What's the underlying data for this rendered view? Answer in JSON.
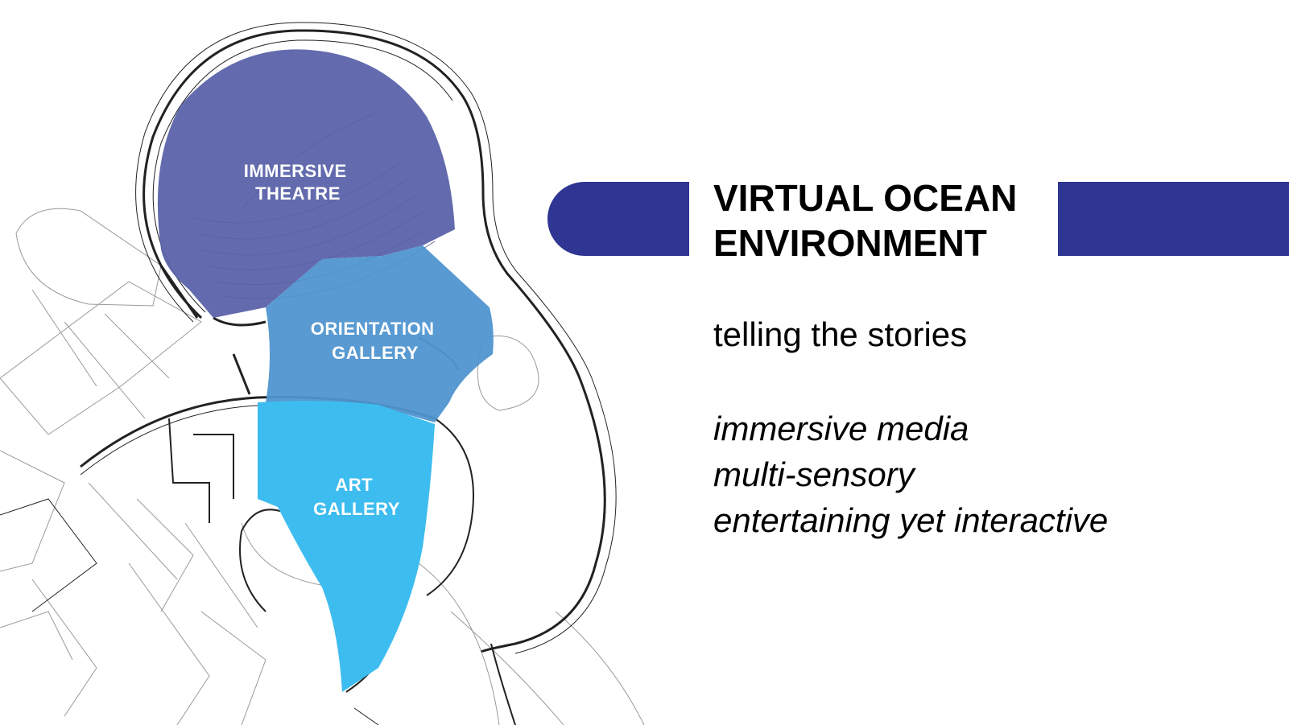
{
  "zones": [
    {
      "id": "immersive-theatre",
      "lines": [
        "IMMERSIVE",
        "THEATRE"
      ],
      "color": "#5962a9"
    },
    {
      "id": "orientation-gallery",
      "lines": [
        "ORIENTATION",
        "GALLERY"
      ],
      "color": "#4f95cf"
    },
    {
      "id": "art-gallery",
      "lines": [
        "ART",
        "GALLERY"
      ],
      "color": "#3dbcef"
    }
  ],
  "heading": {
    "line1": "VIRTUAL OCEAN",
    "line2": "ENVIRONMENT",
    "bar_color": "#2e3592"
  },
  "subtitle": "telling the stories",
  "features": [
    "immersive media",
    "multi-sensory",
    "entertaining yet interactive"
  ]
}
